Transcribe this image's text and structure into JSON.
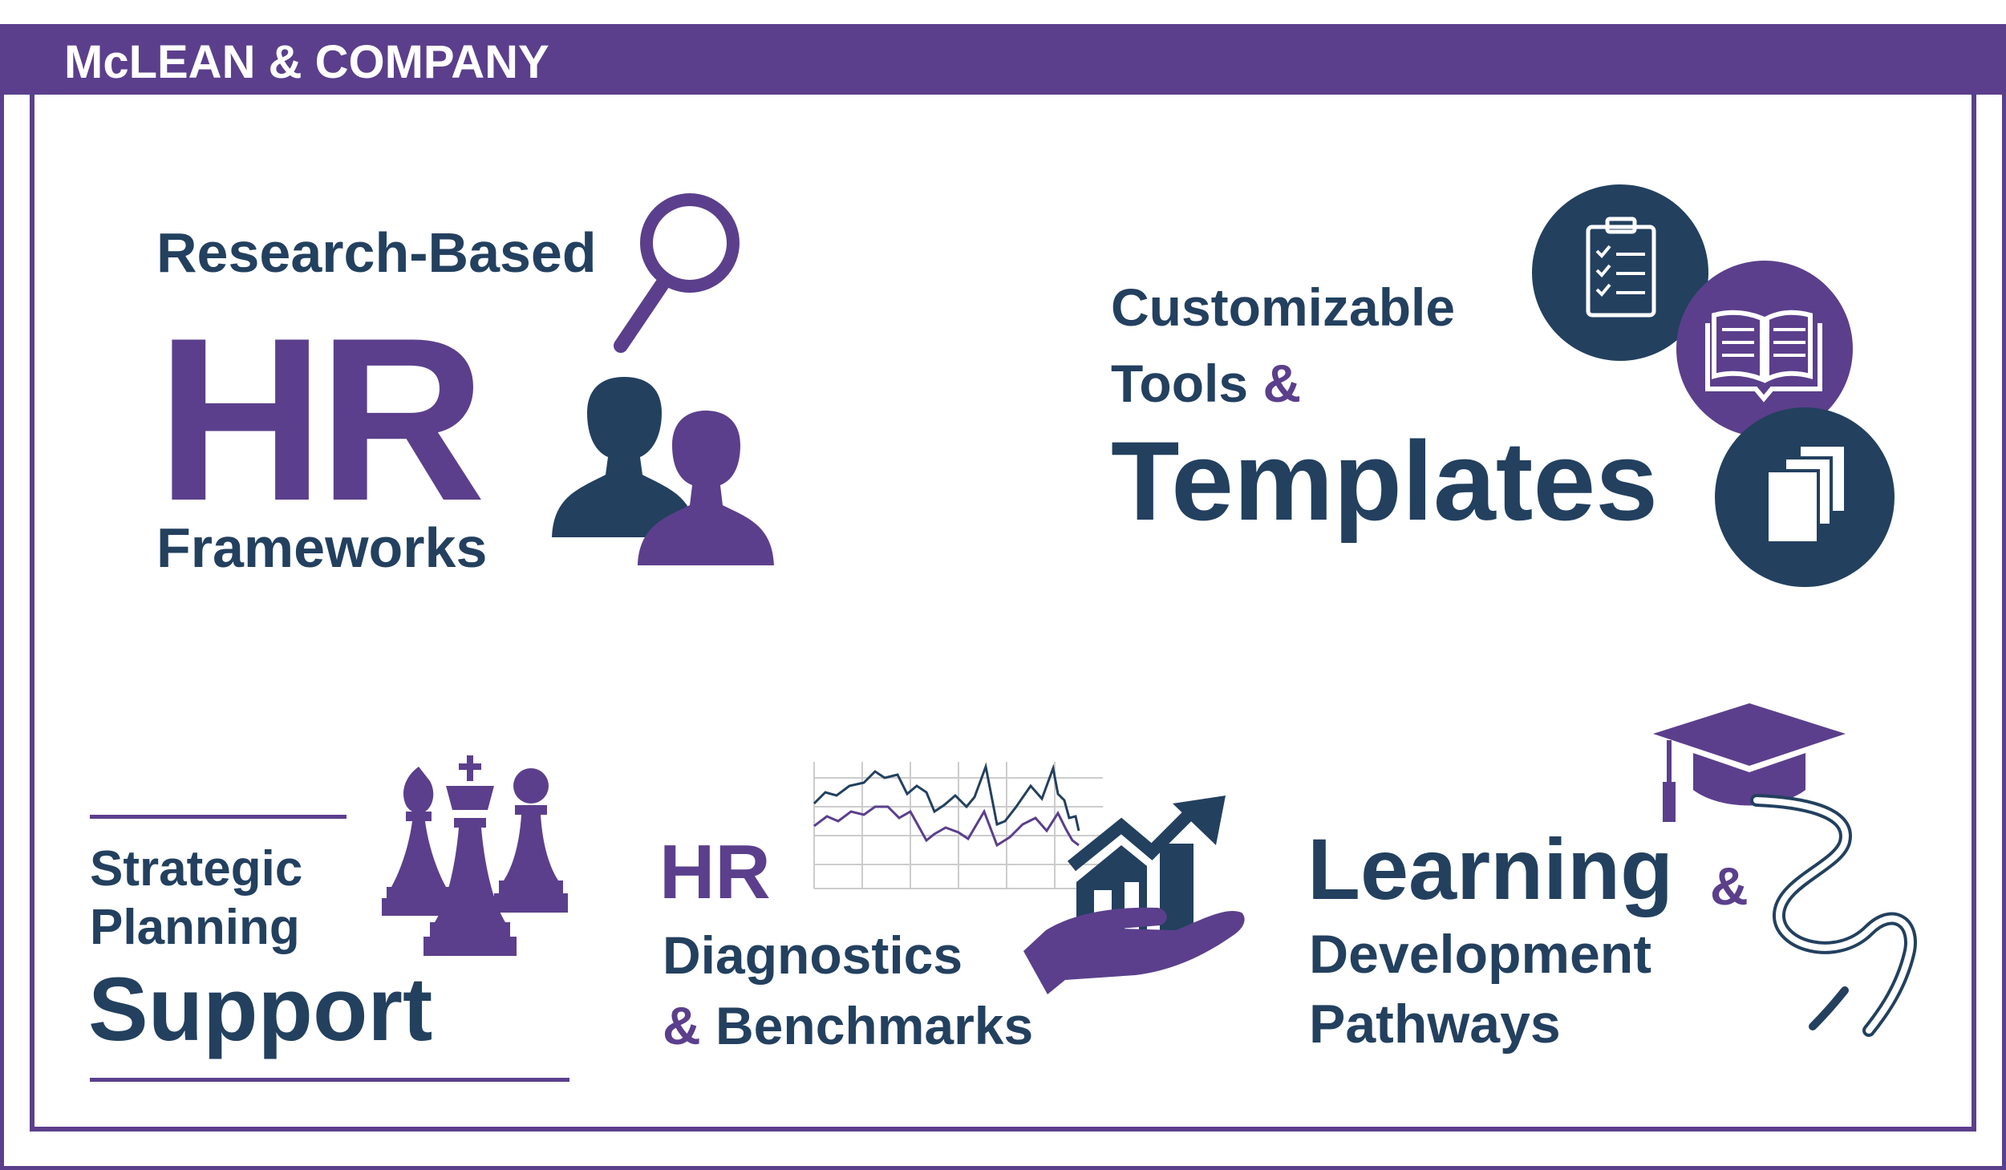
{
  "brand": {
    "name": "McLEAN & COMPANY"
  },
  "colors": {
    "purple": "#5b3f8c",
    "navy": "#23405f",
    "white": "#ffffff",
    "grid": "#cccccc"
  },
  "tiles": {
    "research": {
      "line1": "Research-Based",
      "big": "HR",
      "line3": "Frameworks",
      "icons": [
        "magnifier-icon",
        "people-icon"
      ]
    },
    "tools": {
      "line1": "Customizable",
      "line2_word": "Tools",
      "amp": "&",
      "big": "Templates",
      "icons": [
        "checklist-icon",
        "book-icon",
        "documents-icon"
      ]
    },
    "strategic": {
      "line1": "Strategic",
      "line2": "Planning",
      "big": "Support",
      "icons": [
        "chess-pieces-icon"
      ]
    },
    "diagnostics": {
      "big": "HR",
      "line2": "Diagnostics",
      "amp": "&",
      "line3_word": "Benchmarks",
      "icons": [
        "line-chart-icon",
        "hand-growth-icon"
      ]
    },
    "learning": {
      "big": "Learning",
      "amp": "&",
      "line2": "Development",
      "line3": "Pathways",
      "icons": [
        "graduation-cap-icon",
        "path-icon"
      ]
    }
  }
}
